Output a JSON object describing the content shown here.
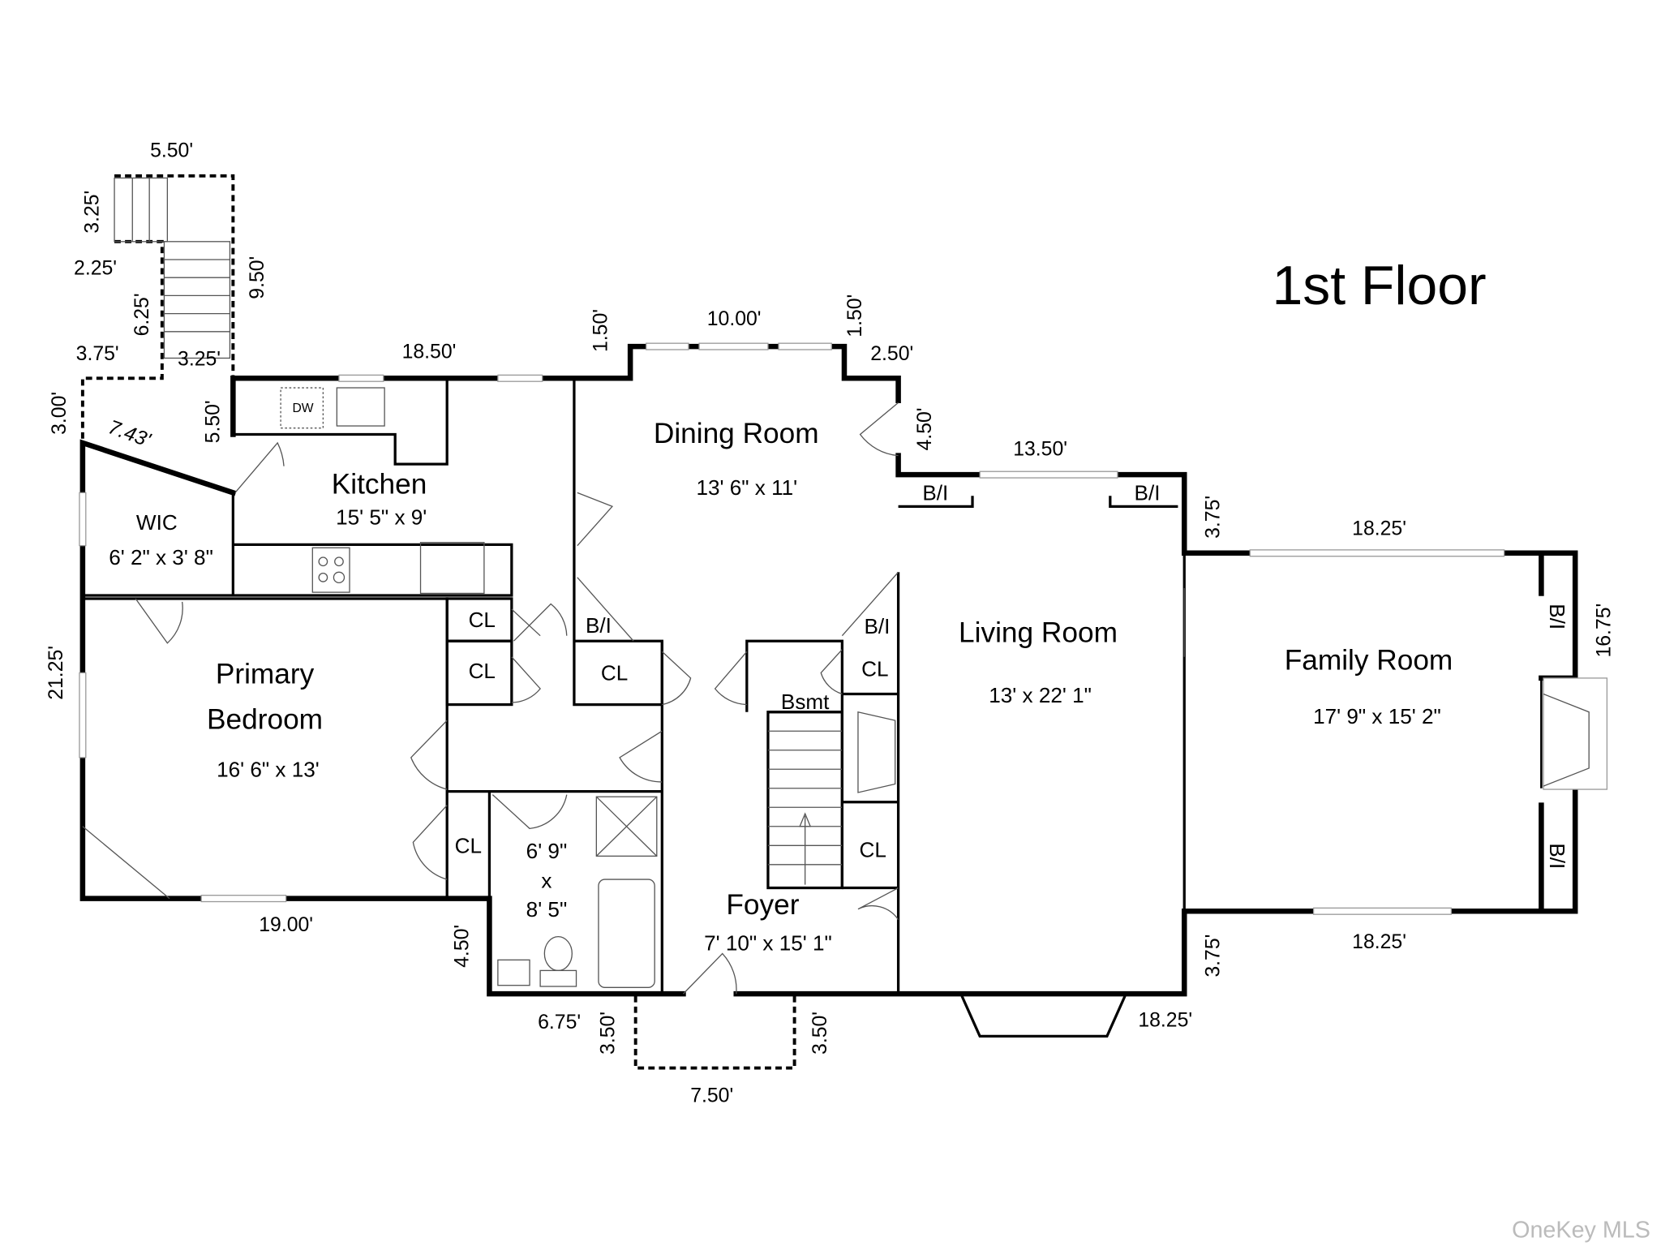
{
  "title": "1st Floor",
  "watermark": "OneKey MLS",
  "rooms": {
    "dining": {
      "name": "Dining Room",
      "size": "13' 6\" x 11'"
    },
    "kitchen": {
      "name": "Kitchen",
      "size": "15' 5\" x 9'"
    },
    "wic": {
      "name": "WIC",
      "size": "6' 2\" x 3' 8\""
    },
    "primary": {
      "name1": "Primary",
      "name2": "Bedroom",
      "size": "16' 6\" x 13'"
    },
    "living": {
      "name": "Living Room",
      "size": "13' x 22' 1\""
    },
    "family": {
      "name": "Family Room",
      "size": "17' 9\" x 15' 2\""
    },
    "foyer": {
      "name": "Foyer",
      "size": "7' 10\" x 15' 1\""
    },
    "bath": {
      "line1": "6' 9\"",
      "line2": "x",
      "line3": "8' 5\""
    }
  },
  "labels": {
    "cl": "CL",
    "bi": "B/I",
    "bsmt": "Bsmt",
    "dw": "DW"
  },
  "dims": [
    "5.50'",
    "3.25'",
    "2.25'",
    "9.50'",
    "6.25'",
    "3.75'",
    "3.25'",
    "18.50'",
    "1.50'",
    "10.00'",
    "1.50'",
    "2.50'",
    "3.00'",
    "7.43'",
    "5.50'",
    "4.50'",
    "13.50'",
    "3.75'",
    "18.25'",
    "16.75'",
    "21.25'",
    "19.00'",
    "4.50'",
    "3.75'",
    "18.25'",
    "6.75'",
    "3.50'",
    "3.50'",
    "18.25'",
    "7.50'"
  ]
}
